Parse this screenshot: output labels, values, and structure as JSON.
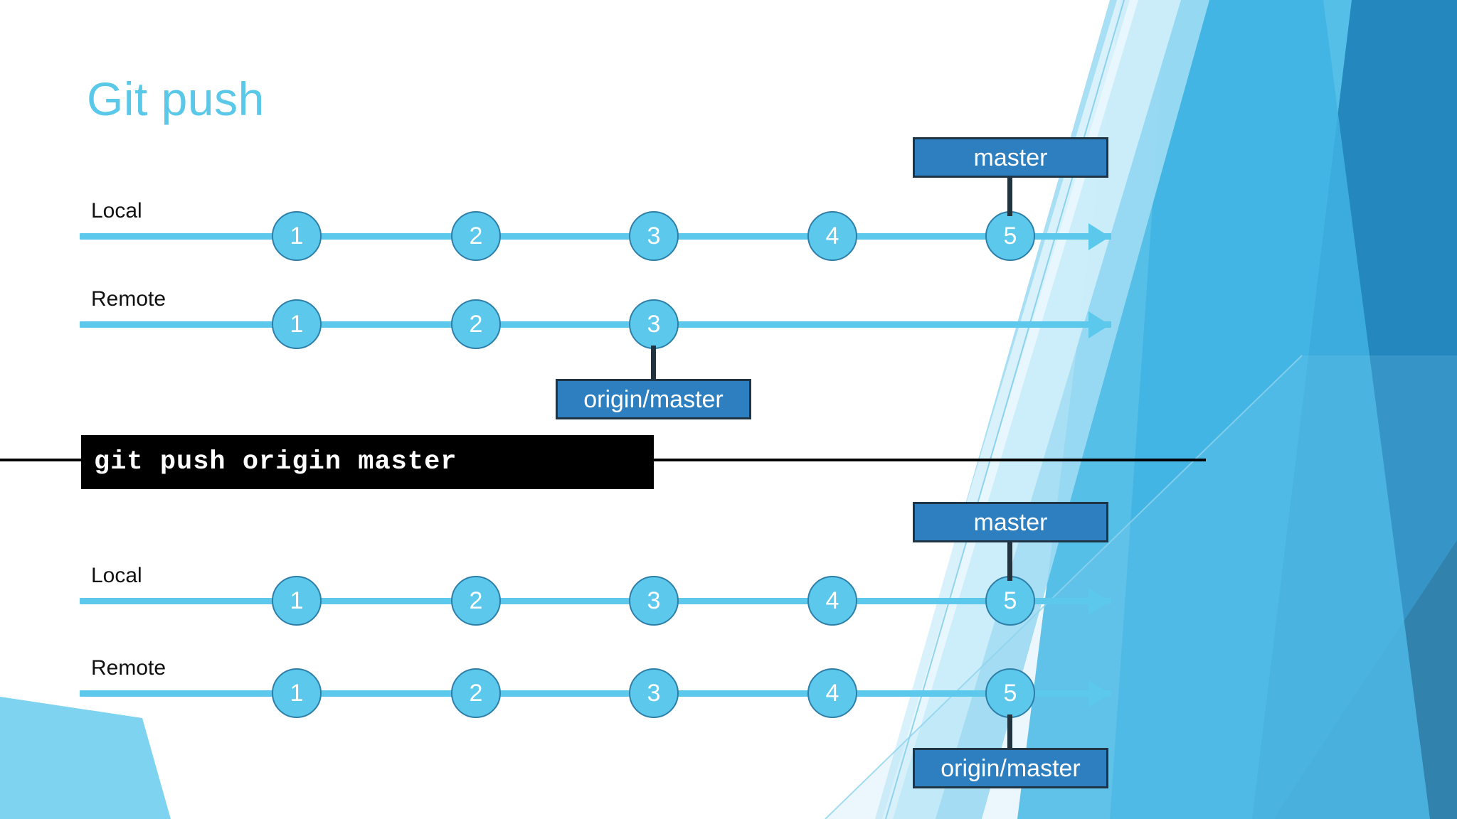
{
  "slide": {
    "title": "Git push",
    "accent_title_color": "#5ac8e8",
    "commit_fill": "#5bc8ec",
    "commit_stroke": "#2e7fa8",
    "tag_fill": "#2e7fbf",
    "tag_stroke": "#1f3444",
    "command_bg": "#000000"
  },
  "command": {
    "text": "git push origin master"
  },
  "panels": [
    {
      "id": "before",
      "rows": [
        {
          "label": "Local",
          "commits": [
            "1",
            "2",
            "3",
            "4",
            "5"
          ],
          "tag": {
            "label": "master",
            "on_commit": "5",
            "position": "above"
          }
        },
        {
          "label": "Remote",
          "commits": [
            "1",
            "2",
            "3"
          ],
          "tag": {
            "label": "origin/master",
            "on_commit": "3",
            "position": "below"
          }
        }
      ]
    },
    {
      "id": "after",
      "rows": [
        {
          "label": "Local",
          "commits": [
            "1",
            "2",
            "3",
            "4",
            "5"
          ],
          "tag": {
            "label": "master",
            "on_commit": "5",
            "position": "above"
          }
        },
        {
          "label": "Remote",
          "commits": [
            "1",
            "2",
            "3",
            "4",
            "5"
          ],
          "tag": {
            "label": "origin/master",
            "on_commit": "5",
            "position": "below"
          }
        }
      ]
    }
  ],
  "chart_data": {
    "type": "diagram",
    "title": "Git push",
    "description": "Two git history timelines shown before and after running git push origin master.",
    "states": [
      {
        "state": "before",
        "local_commits": [
          1,
          2,
          3,
          4,
          5
        ],
        "remote_commits": [
          1,
          2,
          3
        ],
        "master_at": 5,
        "origin_master_at": 3
      },
      {
        "state": "after",
        "local_commits": [
          1,
          2,
          3,
          4,
          5
        ],
        "remote_commits": [
          1,
          2,
          3,
          4,
          5
        ],
        "master_at": 5,
        "origin_master_at": 5
      }
    ],
    "command": "git push origin master"
  }
}
